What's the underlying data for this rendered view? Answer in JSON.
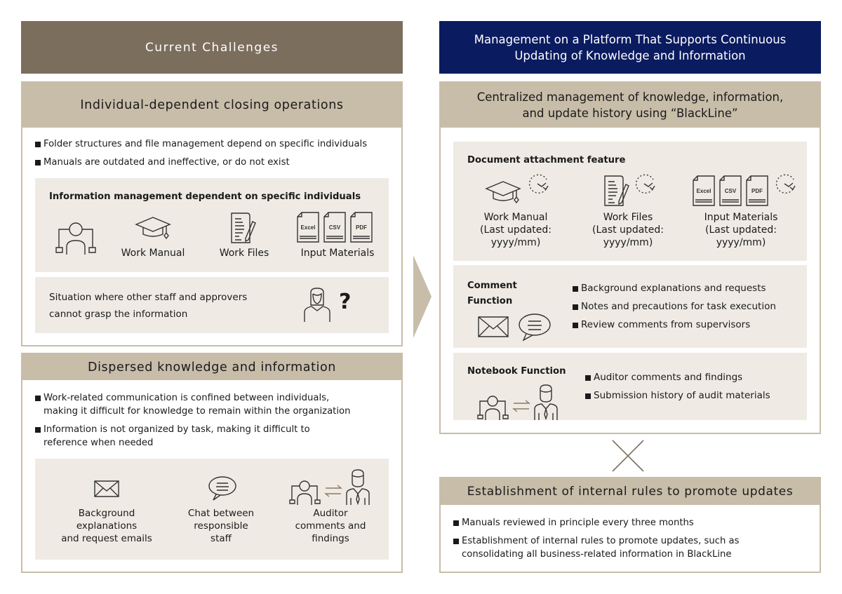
{
  "left": {
    "header": "Current Challenges",
    "section1": {
      "title": "Individual-dependent closing operations",
      "bullets": [
        "Folder structures and file management depend on specific individuals",
        "Manuals are outdated and ineffective, or do not exist"
      ],
      "info_panel": {
        "title": "Information management dependent on specific individuals",
        "items": [
          {
            "icon": "person-at-desk-icon",
            "label": ""
          },
          {
            "icon": "graduation-cap-icon",
            "label": "Work Manual"
          },
          {
            "icon": "document-pen-icon",
            "label": "Work Files"
          },
          {
            "icon": "excel-csv-pdf-icon",
            "label": "Input Materials"
          }
        ],
        "doc_types": [
          "Excel",
          "CSV",
          "PDF"
        ]
      },
      "situation_panel": {
        "text_line1": "Situation where other staff and approvers",
        "text_line2": "cannot grasp the information",
        "icon": "confused-person-icon",
        "mark": "?"
      }
    },
    "section2": {
      "title": "Dispersed knowledge and information",
      "bullets": [
        {
          "line1": "Work-related communication is confined between individuals,",
          "line2": "making it difficult for knowledge to remain within the organization"
        },
        {
          "line1": "Information is not organized by task, making it difficult to",
          "line2": "reference when needed"
        }
      ],
      "items": [
        {
          "icon": "envelope-icon",
          "lines": [
            "Background",
            "explanations",
            "and request emails"
          ]
        },
        {
          "icon": "chat-bubble-icon",
          "lines": [
            "Chat between",
            "responsible",
            "staff"
          ]
        },
        {
          "icon": "staff-auditor-exchange-icon",
          "lines": [
            "Auditor",
            "comments and",
            "findings"
          ]
        }
      ]
    }
  },
  "right": {
    "header_line1": "Management on a Platform That Supports Continuous",
    "header_line2": "Updating of Knowledge and Information",
    "section1": {
      "title_line1": "Centralized management of knowledge, information,",
      "title_line2": "and update history using “BlackLine”",
      "document_attachment": {
        "title": "Document attachment feature",
        "items": [
          {
            "name": "Work Manual",
            "updated": "(Last updated:",
            "date": "yyyy/mm)"
          },
          {
            "name": "Work Files",
            "updated": "(Last updated:",
            "date": "yyyy/mm)"
          },
          {
            "name": "Input Materials",
            "updated": "(Last updated:",
            "date": "yyyy/mm)"
          }
        ],
        "doc_types": [
          "Excel",
          "CSV",
          "PDF"
        ]
      },
      "comment_function": {
        "title_line1": "Comment",
        "title_line2": "Function",
        "bullets": [
          "Background explanations and requests",
          "Notes and precautions for task execution",
          "Review comments from supervisors"
        ]
      },
      "notebook_function": {
        "title": "Notebook Function",
        "bullets": [
          "Auditor comments and findings",
          "Submission history of audit materials"
        ]
      }
    },
    "combine_symbol": "cross",
    "section2": {
      "title": "Establishment of internal rules to promote updates",
      "bullets": [
        {
          "line1": "Manuals reviewed in principle every three months",
          "line2": ""
        },
        {
          "line1": "Establishment of internal rules to promote updates, such as",
          "line2": "consolidating all business-related information in BlackLine"
        }
      ]
    }
  },
  "colors": {
    "left_header": "#7b6e5d",
    "right_header": "#0b1b5f",
    "band": "#c8bda9",
    "panel": "#efebe4",
    "arrow": "#c8bda9",
    "exchange_arrows": "#8a7a63"
  }
}
